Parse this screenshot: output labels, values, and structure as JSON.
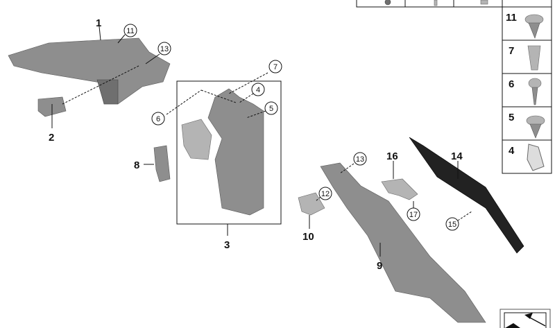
{
  "diagram": {
    "callouts": {
      "p1": "1",
      "p2": "2",
      "p3": "3",
      "p8": "8",
      "p9": "9",
      "p10": "10",
      "p14": "14",
      "p16": "16",
      "c11": "11",
      "c13a": "13",
      "c6": "6",
      "c7": "7",
      "c4": "4",
      "c5": "5",
      "c12": "12",
      "c13b": "13",
      "c17": "17",
      "c15": "15"
    },
    "fastener_table": [
      "11",
      "7",
      "6",
      "5",
      "4"
    ],
    "nav_icon": "arrow-up-left-icon"
  }
}
